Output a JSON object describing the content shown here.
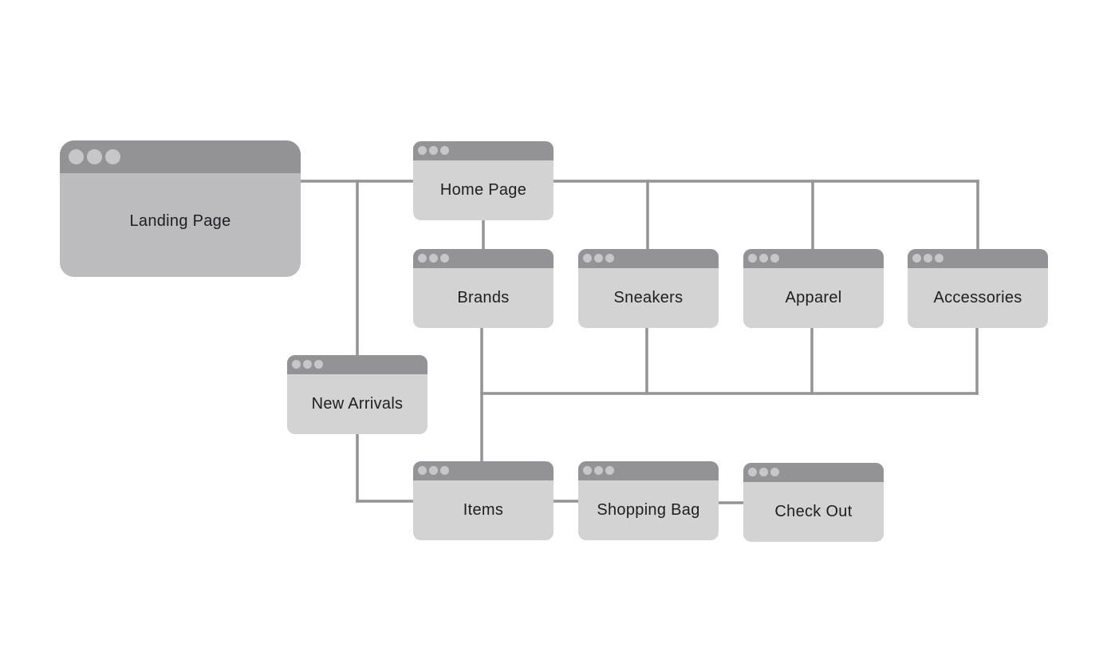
{
  "diagram": {
    "nodes": {
      "landing": {
        "label": "Landing Page"
      },
      "home": {
        "label": "Home Page"
      },
      "brands": {
        "label": "Brands"
      },
      "sneakers": {
        "label": "Sneakers"
      },
      "apparel": {
        "label": "Apparel"
      },
      "accessories": {
        "label": "Accessories"
      },
      "new_arrivals": {
        "label": "New Arrivals"
      },
      "items": {
        "label": "Items"
      },
      "shopping_bag": {
        "label": "Shopping Bag"
      },
      "check_out": {
        "label": "Check Out"
      }
    },
    "edges": [
      {
        "from": "Landing Page",
        "to": "Home Page"
      },
      {
        "from": "Landing Page",
        "to": "New Arrivals"
      },
      {
        "from": "Home Page",
        "to": "Brands"
      },
      {
        "from": "Home Page",
        "to": "Sneakers"
      },
      {
        "from": "Home Page",
        "to": "Apparel"
      },
      {
        "from": "Home Page",
        "to": "Accessories"
      },
      {
        "from": "Brands",
        "to": "Items"
      },
      {
        "from": "Sneakers",
        "to": "Items"
      },
      {
        "from": "Apparel",
        "to": "Items"
      },
      {
        "from": "Accessories",
        "to": "Items"
      },
      {
        "from": "New Arrivals",
        "to": "Items"
      },
      {
        "from": "Items",
        "to": "Shopping Bag"
      },
      {
        "from": "Shopping Bag",
        "to": "Check Out"
      }
    ],
    "colors": {
      "node_body": "#d3d3d3",
      "landing_body": "#bcbcbf",
      "title_bar": "#939396",
      "window_dots": "#c7c7ca",
      "connector": "#949494",
      "text": "#1e1e1e"
    }
  }
}
